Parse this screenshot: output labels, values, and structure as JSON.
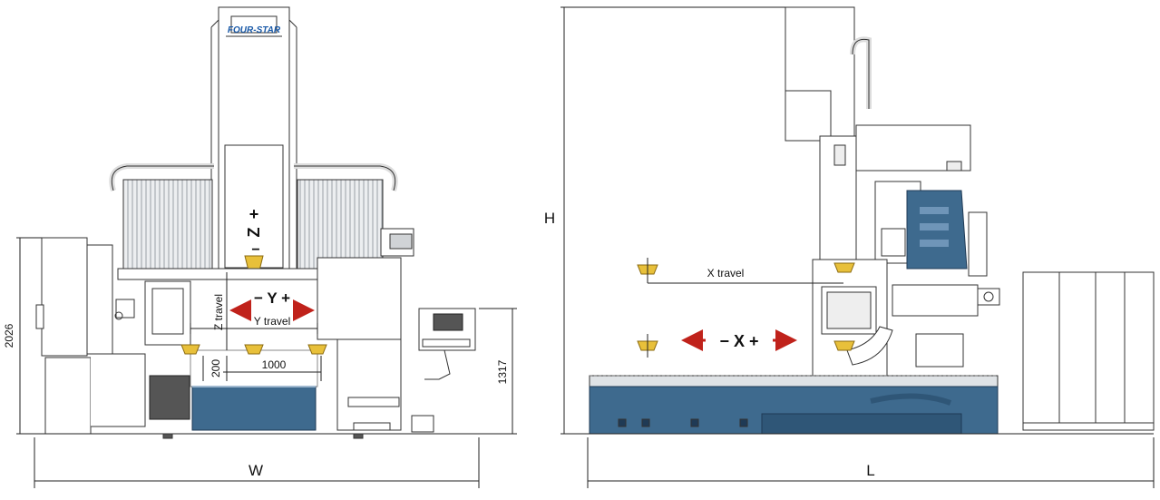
{
  "front_view": {
    "brand_logo": "FOUR-STAR",
    "axes": {
      "z_plus": "+",
      "z_letter": "Z",
      "z_minus": "−",
      "y_label": "− Y +"
    },
    "labels": {
      "y_travel": "Y travel",
      "z_travel": "Z travel"
    },
    "dimensions": {
      "overall_height": "2026",
      "table_height": "1317",
      "spindle_clearance": "200",
      "table_span": "1000",
      "width": "W"
    }
  },
  "side_view": {
    "axes": {
      "x_label": "− X +"
    },
    "labels": {
      "x_travel": "X travel"
    },
    "dimensions": {
      "height": "H",
      "length": "L"
    }
  },
  "colors": {
    "table_blue": "#3e6a8e",
    "arrow_red": "#c0221b",
    "tool_yellow": "#e8c03a",
    "line": "#222222",
    "fin_gray": "#b8bcc0"
  }
}
